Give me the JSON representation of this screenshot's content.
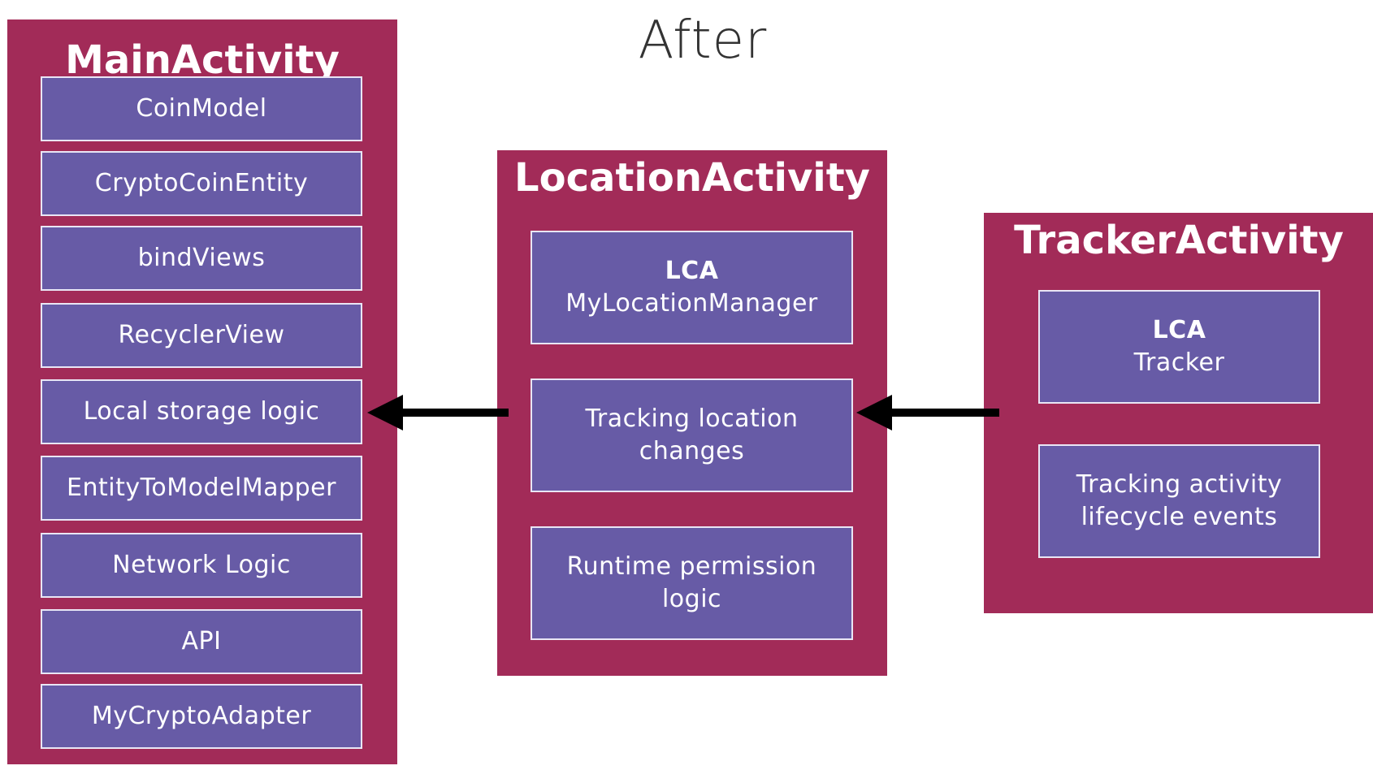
{
  "title": "After",
  "main_activity": {
    "title": "MainActivity",
    "items": [
      "CoinModel",
      "CryptoCoinEntity",
      "bindViews",
      "RecyclerView",
      "Local storage logic",
      "EntityToModelMapper",
      "Network Logic",
      "API",
      "MyCryptoAdapter"
    ]
  },
  "location_activity": {
    "title": "LocationActivity",
    "boxes": [
      {
        "strong": "LCA",
        "text": "MyLocationManager"
      },
      {
        "line1": "Tracking location",
        "line2": "changes"
      },
      {
        "line1": "Runtime permission",
        "line2": "logic"
      }
    ]
  },
  "tracker_activity": {
    "title": "TrackerActivity",
    "boxes": [
      {
        "strong": "LCA",
        "text": "Tracker"
      },
      {
        "line1": "Tracking activity",
        "line2": "lifecycle events"
      }
    ]
  },
  "colors": {
    "panel": "#a22b58",
    "box": "#675ba6",
    "box_border": "#e9e6f5",
    "arrow": "#000000",
    "title_text": "#333333"
  }
}
